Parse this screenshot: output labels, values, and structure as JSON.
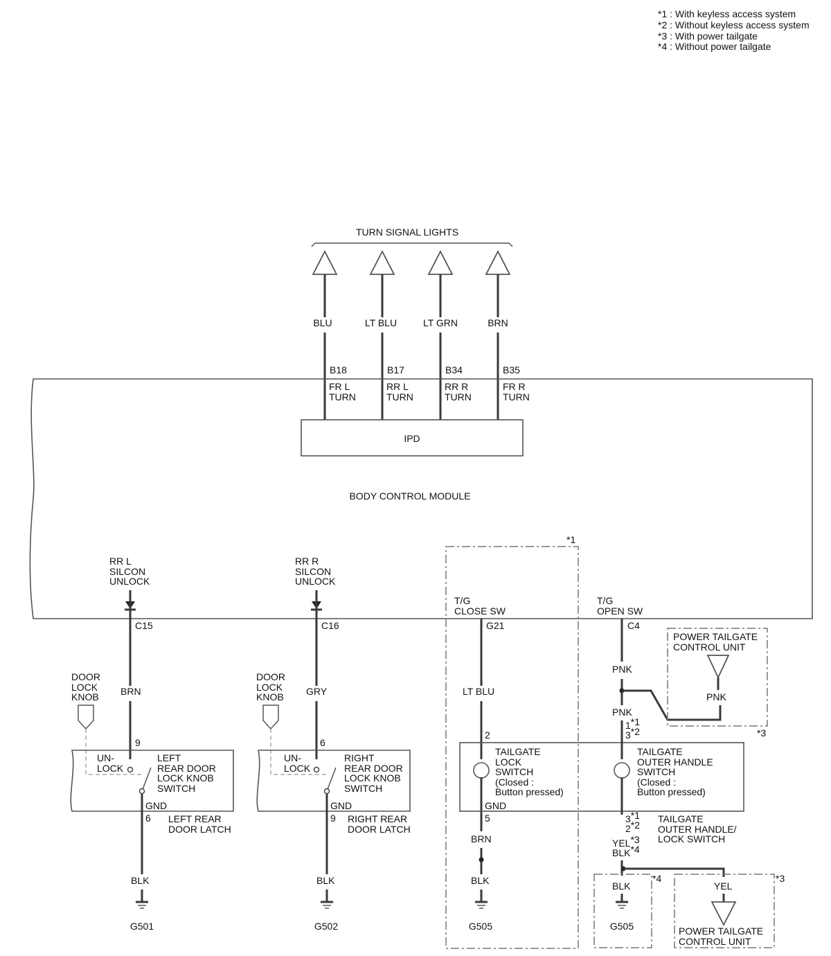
{
  "notes": [
    "*1 : With keyless access system",
    "*2 : Without keyless access system",
    "*3 : With power tailgate",
    "*4 : Without power tailgate"
  ],
  "turn_signal_lights": {
    "title": "TURN SIGNAL LIGHTS",
    "wires": [
      {
        "color": "BLU",
        "pin": "B18",
        "label": [
          "FR L",
          "TURN"
        ]
      },
      {
        "color": "LT BLU",
        "pin": "B17",
        "label": [
          "RR L",
          "TURN"
        ]
      },
      {
        "color": "LT GRN",
        "pin": "B34",
        "label": [
          "RR R",
          "TURN"
        ]
      },
      {
        "color": "BRN",
        "pin": "B35",
        "label": [
          "FR R",
          "TURN"
        ]
      }
    ]
  },
  "ipd": "IPD",
  "bcm": "BODY CONTROL MODULE",
  "left_rear": {
    "signal": [
      "RR L",
      "SILCON",
      "UNLOCK"
    ],
    "pin": "C15",
    "wire": "BRN",
    "knob": [
      "DOOR",
      "LOCK",
      "KNOB"
    ],
    "switch_pin": "9",
    "unlock": [
      "UN-",
      "LOCK"
    ],
    "switch": [
      "LEFT",
      "REAR DOOR",
      "LOCK KNOB",
      "SWITCH"
    ],
    "gnd": "GND",
    "gnd_pin": "6",
    "latch": [
      "LEFT REAR",
      "DOOR LATCH"
    ],
    "ground_wire": "BLK",
    "ground": "G501"
  },
  "right_rear": {
    "signal": [
      "RR R",
      "SILCON",
      "UNLOCK"
    ],
    "pin": "C16",
    "wire": "GRY",
    "knob": [
      "DOOR",
      "LOCK",
      "KNOB"
    ],
    "switch_pin": "6",
    "unlock": [
      "UN-",
      "LOCK"
    ],
    "switch": [
      "RIGHT",
      "REAR DOOR",
      "LOCK KNOB",
      "SWITCH"
    ],
    "gnd": "GND",
    "gnd_pin": "9",
    "latch": [
      "RIGHT REAR",
      "DOOR LATCH"
    ],
    "ground_wire": "BLK",
    "ground": "G502"
  },
  "tailgate_close": {
    "note": "*1",
    "signal": [
      "T/G",
      "CLOSE SW"
    ],
    "pin": "G21",
    "wire": "LT BLU",
    "switch_pin": "2",
    "switch": [
      "TAILGATE",
      "LOCK",
      "SWITCH",
      "(Closed :",
      "Button pressed)"
    ],
    "gnd": "GND",
    "gnd_pin": "5",
    "wire_after": "BRN",
    "ground_wire": "BLK",
    "ground": "G505"
  },
  "tailgate_open": {
    "signal": [
      "T/G",
      "OPEN SW"
    ],
    "pin": "C4",
    "wire": "PNK",
    "wire_after": "PNK",
    "pcu_title": [
      "POWER TAILGATE",
      "CONTROL UNIT"
    ],
    "pcu_wire": "PNK",
    "pcu_note": "*3",
    "pin_top_1": "1",
    "pin_top_1_sup": "*1",
    "pin_top_2": "3",
    "pin_top_2_sup": "*2",
    "switch": [
      "TAILGATE",
      "OUTER HANDLE",
      "SWITCH",
      "(Closed :",
      "Button pressed)"
    ],
    "pin_bot_1": "3",
    "pin_bot_1_sup": "*1",
    "pin_bot_2": "2",
    "pin_bot_2_sup": "*2",
    "assembly": [
      "TAILGATE",
      "OUTER HANDLE/",
      "LOCK SWITCH"
    ],
    "wire_yel": "YEL",
    "wire_yel_sup": "*3",
    "wire_blk": "BLK",
    "wire_blk_sup": "*4",
    "gnd_wire": "BLK",
    "gnd_note": "*4",
    "ground": "G505",
    "pcu2_wire": "YEL",
    "pcu2_note": "*3",
    "pcu2_title": [
      "POWER TAILGATE",
      "CONTROL UNIT"
    ]
  }
}
